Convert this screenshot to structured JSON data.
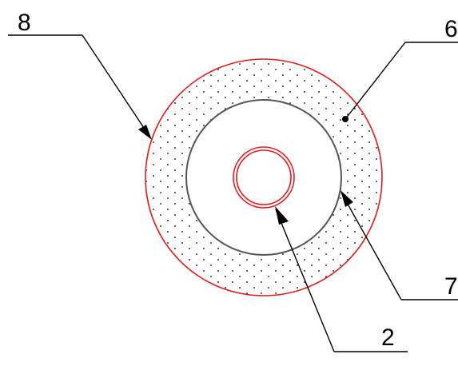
{
  "labels": {
    "outer_ring": "8",
    "filled_region": "6",
    "middle_ring": "7",
    "inner_ring": "2"
  },
  "colors": {
    "outer_ring": "#e21b1b",
    "middle_ring": "#555555",
    "inner_ring": "#e21b1b",
    "leader_lines": "#000000",
    "dot_fill": "#000000",
    "background": "#ffffff"
  }
}
